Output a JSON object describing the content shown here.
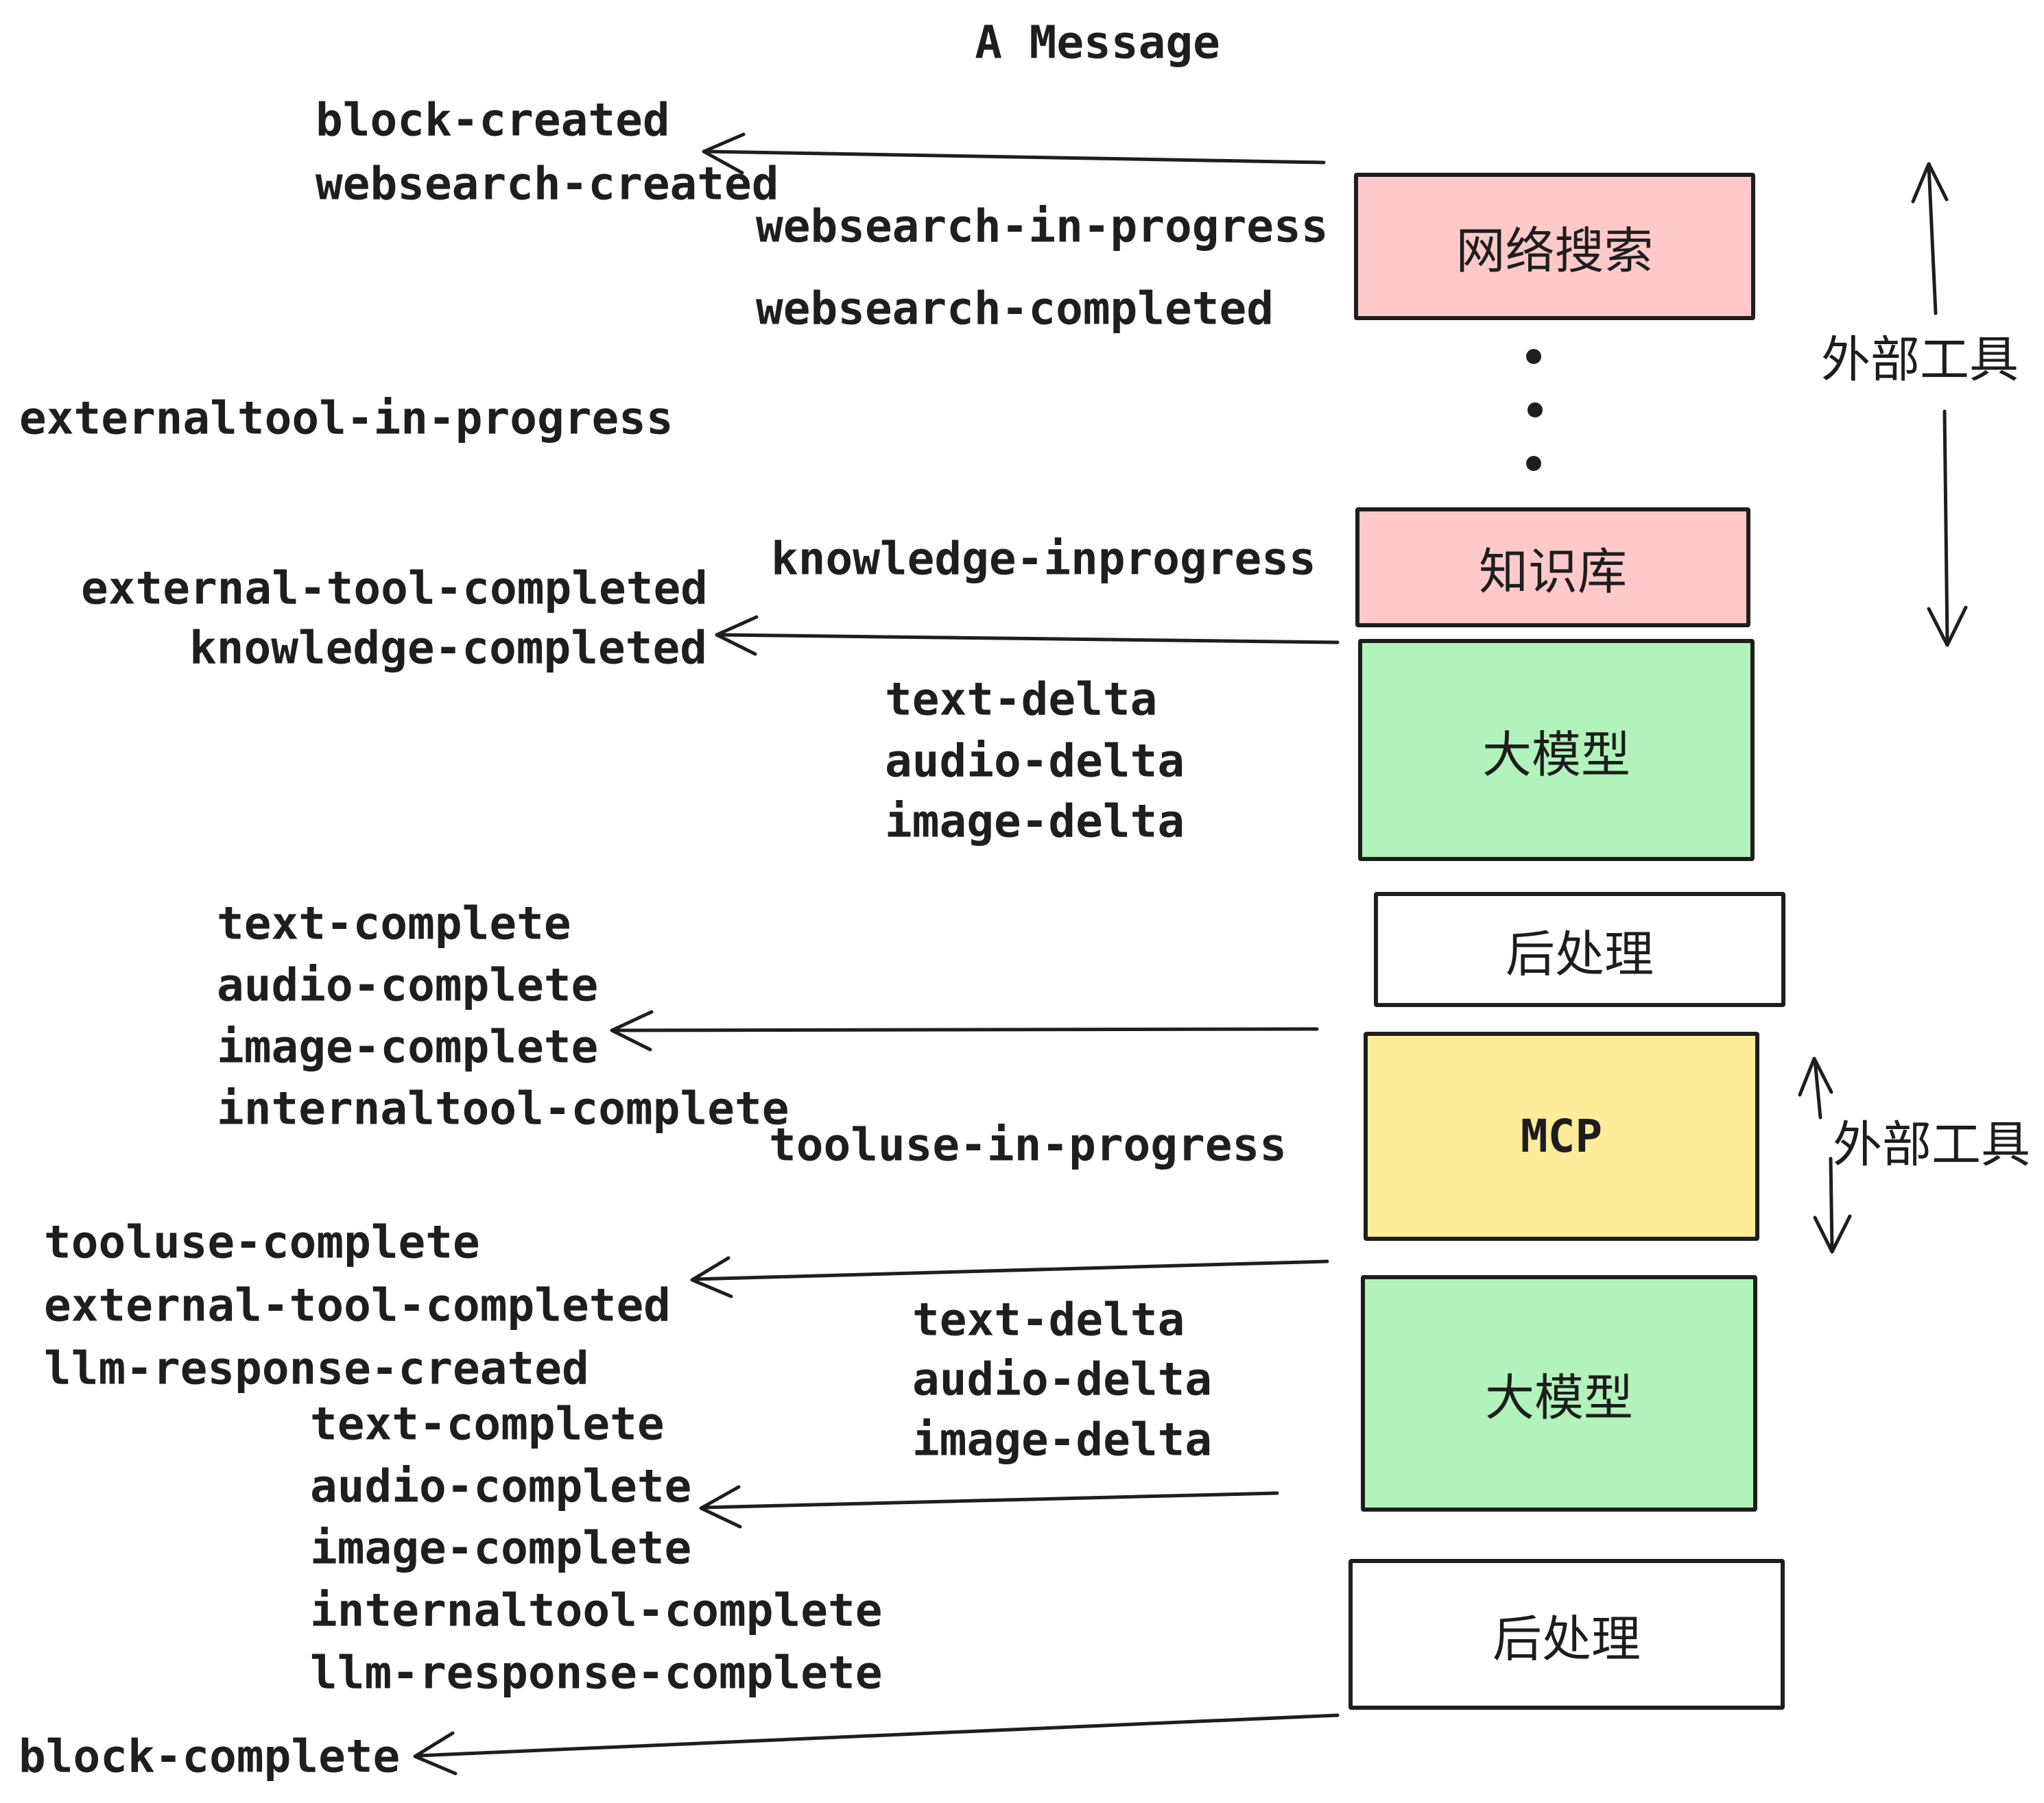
{
  "title": "A Message",
  "colors": {
    "background": "#ffffff",
    "box_border": "#1e1e1e",
    "text": "#1e1e1e",
    "pink": "#ffc9c9",
    "green": "#b2f2bb",
    "yellow": "#ffec99",
    "white": "#ffffff"
  },
  "boxes": [
    {
      "label": "网络搜索",
      "color": "pink"
    },
    {
      "label": "知识库",
      "color": "pink"
    },
    {
      "label": "大模型",
      "color": "green"
    },
    {
      "label": "后处理",
      "color": "white"
    },
    {
      "label": "MCP",
      "color": "yellow"
    },
    {
      "label": "大模型",
      "color": "green"
    },
    {
      "label": "后处理",
      "color": "white"
    }
  ],
  "side_labels": [
    {
      "text": "外部工具"
    },
    {
      "text": "外部工具"
    }
  ],
  "labels": [
    {
      "text": "block-created"
    },
    {
      "text": "websearch-created"
    },
    {
      "text": "websearch-in-progress"
    },
    {
      "text": "websearch-completed"
    },
    {
      "text": "externaltool-in-progress"
    },
    {
      "text": "knowledge-inprogress"
    },
    {
      "text": "external-tool-completed"
    },
    {
      "text": "knowledge-completed"
    },
    {
      "text": "text-delta"
    },
    {
      "text": "audio-delta"
    },
    {
      "text": "image-delta"
    },
    {
      "text": "text-complete"
    },
    {
      "text": "audio-complete"
    },
    {
      "text": "image-complete"
    },
    {
      "text": "internaltool-complete"
    },
    {
      "text": "tooluse-in-progress"
    },
    {
      "text": "tooluse-complete"
    },
    {
      "text": "external-tool-completed"
    },
    {
      "text": "llm-response-created"
    },
    {
      "text": "text-complete"
    },
    {
      "text": "audio-complete"
    },
    {
      "text": "image-complete"
    },
    {
      "text": "internaltool-complete"
    },
    {
      "text": "llm-response-complete"
    },
    {
      "text": "block-complete"
    },
    {
      "text": "text-delta"
    },
    {
      "text": "audio-delta"
    },
    {
      "text": "image-delta"
    }
  ],
  "icons": [
    {
      "name": "left-arrow-to-block-created"
    },
    {
      "name": "left-arrow-to-knowledge-completed"
    },
    {
      "name": "left-arrow-to-image-complete"
    },
    {
      "name": "left-arrow-to-external-tool-completed"
    },
    {
      "name": "left-arrow-to-audio-complete"
    },
    {
      "name": "left-arrow-to-block-complete"
    },
    {
      "name": "vertical-double-arrow-external-tools-top"
    },
    {
      "name": "vertical-double-arrow-external-tools-mcp"
    },
    {
      "name": "vertical-ellipsis-dots"
    }
  ]
}
